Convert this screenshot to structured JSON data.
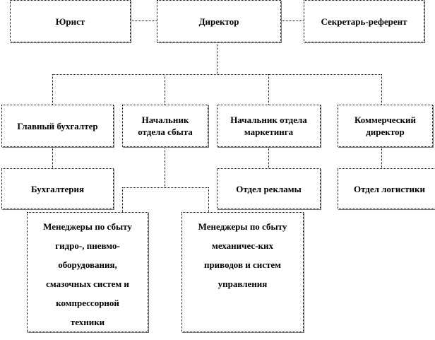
{
  "nodes": {
    "lawyer": "Юрист",
    "director": "Директор",
    "secretary": "Секретарь-референт",
    "chief_accountant": "Главный бухгалтер",
    "sales_head": "Начальник\nотдела сбыта",
    "marketing_head": "Начальник отдела\nмаркетинга",
    "commercial_director": "Коммерческий\nдиректор",
    "accounting": "Бухгалтерия",
    "advertising": "Отдел рекламы",
    "logistics": "Отдел логистики",
    "managers_hydro": "Менеджеры по сбыту\nгидро-, пневмо-\nоборудования,\nсмазочных систем и\nкомпрессорной\nтехники",
    "managers_mech": "Менеджеры по сбыту\nмеханичес-ких\nприводов и систем\nуправления"
  }
}
